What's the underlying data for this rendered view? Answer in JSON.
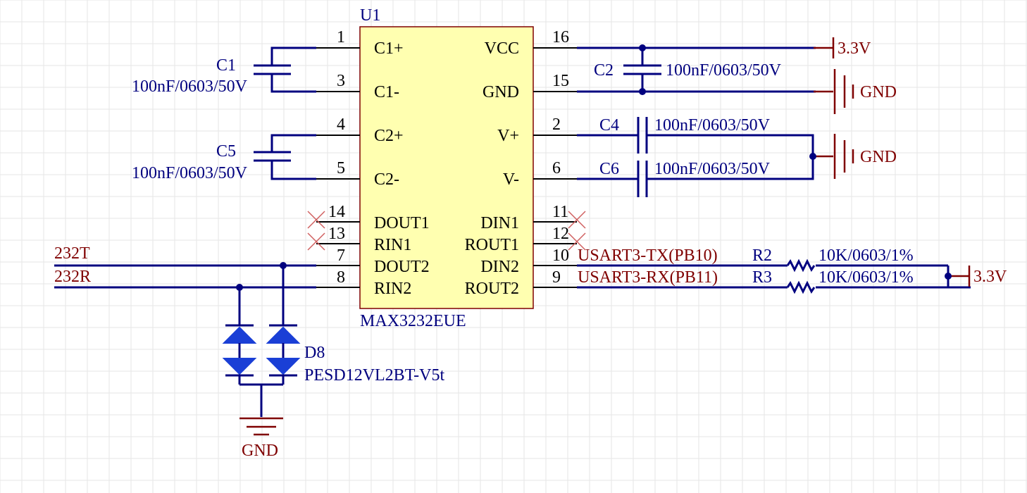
{
  "colors": {
    "wire": "#00007f",
    "chip_fill": "#ffffb0",
    "chip_border": "#7f0000",
    "power_label": "#7f0000",
    "net_label": "#7f0000",
    "diode": "#1a3fd6",
    "no_connect": "#d06060"
  },
  "chip": {
    "designator": "U1",
    "part": "MAX3232EUE",
    "left_pins": [
      {
        "num": "1",
        "name": "C1+"
      },
      {
        "num": "3",
        "name": "C1-"
      },
      {
        "num": "4",
        "name": "C2+"
      },
      {
        "num": "5",
        "name": "C2-"
      },
      {
        "num": "14",
        "name": "DOUT1"
      },
      {
        "num": "13",
        "name": "RIN1"
      },
      {
        "num": "7",
        "name": "DOUT2"
      },
      {
        "num": "8",
        "name": "RIN2"
      }
    ],
    "right_pins": [
      {
        "num": "16",
        "name": "VCC"
      },
      {
        "num": "15",
        "name": "GND"
      },
      {
        "num": "2",
        "name": "V+"
      },
      {
        "num": "6",
        "name": "V-"
      },
      {
        "num": "11",
        "name": "DIN1"
      },
      {
        "num": "12",
        "name": "ROUT1"
      },
      {
        "num": "10",
        "name": "DIN2"
      },
      {
        "num": "9",
        "name": "ROUT2"
      }
    ]
  },
  "capacitors": {
    "c1": {
      "ref": "C1",
      "value": "100nF/0603/50V"
    },
    "c5": {
      "ref": "C5",
      "value": "100nF/0603/50V"
    },
    "c2": {
      "ref": "C2",
      "value": "100nF/0603/50V"
    },
    "c4": {
      "ref": "C4",
      "value": "100nF/0603/50V"
    },
    "c6": {
      "ref": "C6",
      "value": "100nF/0603/50V"
    }
  },
  "resistors": {
    "r2": {
      "ref": "R2",
      "value": "10K/0603/1%"
    },
    "r3": {
      "ref": "R3",
      "value": "10K/0603/1%"
    }
  },
  "diode": {
    "ref": "D8",
    "part": "PESD12VL2BT-V5t"
  },
  "nets": {
    "n232t": "232T",
    "n232r": "232R",
    "tx": "USART3-TX(PB10)",
    "rx": "USART3-RX(PB11)"
  },
  "power": {
    "vcc_top": "3.3V",
    "gnd_top": "GND",
    "gnd_mid": "GND",
    "vcc_right": "3.3V",
    "gnd_bottom": "GND"
  }
}
